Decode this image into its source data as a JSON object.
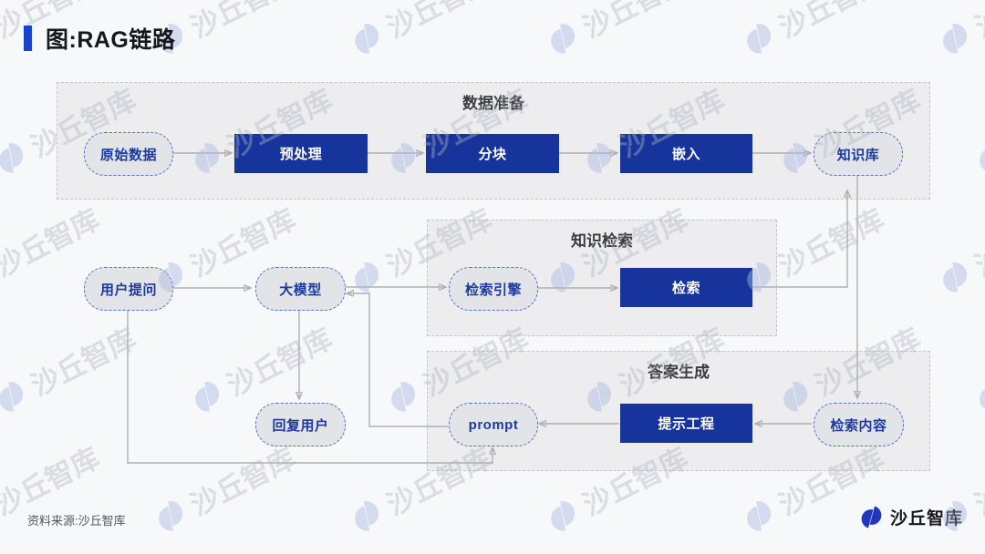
{
  "header": {
    "title": "图:RAG链路"
  },
  "sections": {
    "data_prep": {
      "title": "数据准备"
    },
    "knowledge_retrieval": {
      "title": "知识检索"
    },
    "answer_generation": {
      "title": "答案生成"
    }
  },
  "nodes": {
    "raw_data": {
      "label": "原始数据",
      "shape": "pill"
    },
    "preprocess": {
      "label": "预处理",
      "shape": "rect"
    },
    "chunk": {
      "label": "分块",
      "shape": "rect"
    },
    "embed": {
      "label": "嵌入",
      "shape": "rect"
    },
    "knowledge_base": {
      "label": "知识库",
      "shape": "pill"
    },
    "user_question": {
      "label": "用户提问",
      "shape": "pill"
    },
    "llm": {
      "label": "大模型",
      "shape": "pill"
    },
    "search_engine": {
      "label": "检索引擎",
      "shape": "pill"
    },
    "retrieve": {
      "label": "检索",
      "shape": "rect"
    },
    "reply_user": {
      "label": "回复用户",
      "shape": "pill"
    },
    "prompt": {
      "label": "prompt",
      "shape": "pill"
    },
    "prompt_engineering": {
      "label": "提示工程",
      "shape": "rect"
    },
    "retrieved_content": {
      "label": "检索内容",
      "shape": "pill"
    }
  },
  "edges": [
    {
      "from": "raw_data",
      "to": "preprocess"
    },
    {
      "from": "preprocess",
      "to": "chunk"
    },
    {
      "from": "chunk",
      "to": "embed"
    },
    {
      "from": "embed",
      "to": "knowledge_base"
    },
    {
      "from": "knowledge_base",
      "to": "retrieved_content"
    },
    {
      "from": "retrieve",
      "to": "knowledge_base"
    },
    {
      "from": "search_engine",
      "to": "retrieve"
    },
    {
      "from": "llm",
      "to": "search_engine"
    },
    {
      "from": "user_question",
      "to": "llm"
    },
    {
      "from": "llm",
      "to": "reply_user"
    },
    {
      "from": "retrieved_content",
      "to": "prompt_engineering"
    },
    {
      "from": "prompt_engineering",
      "to": "prompt"
    },
    {
      "from": "prompt",
      "to": "llm"
    },
    {
      "from": "user_question",
      "to": "prompt"
    }
  ],
  "watermark": {
    "text": "沙丘智库"
  },
  "footer": {
    "source": "资料来源:沙丘智库",
    "brand": "沙丘智库"
  },
  "colors": {
    "primary_blue": "#17349c",
    "accent_blue": "#1843cb",
    "pill_text_blue": "#1c3aa0",
    "arrow_gray": "#adafb4",
    "section_fill": "#ededef",
    "page_bg": "#f7f8f9"
  }
}
